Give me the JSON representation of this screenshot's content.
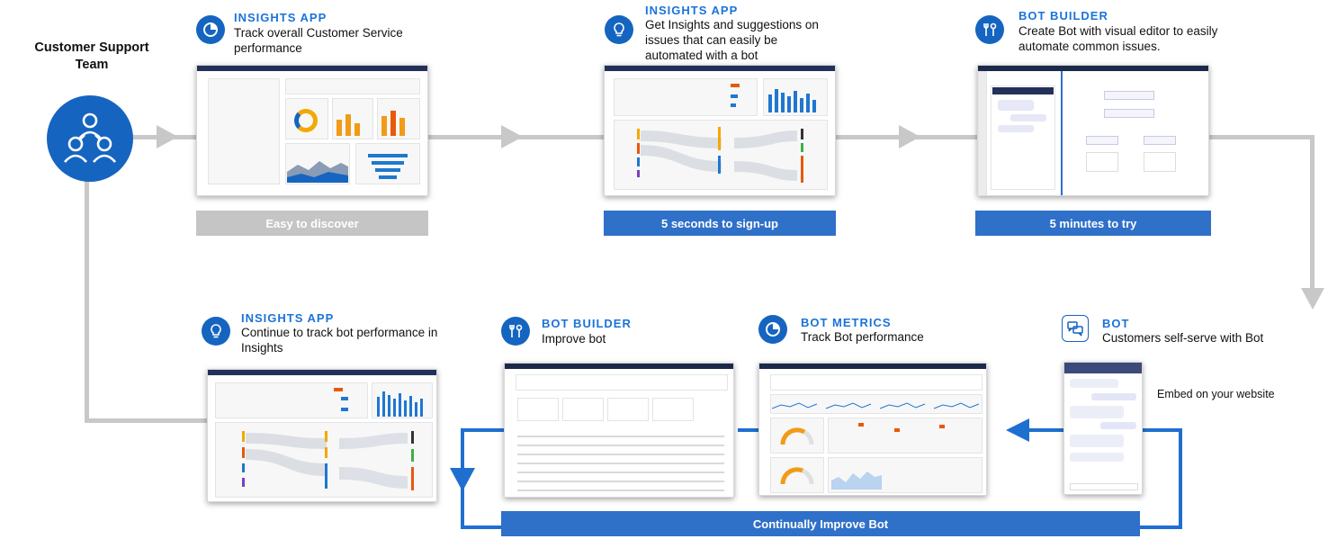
{
  "team": {
    "title": "Customer Support Team",
    "icon": "people-icon"
  },
  "steps": [
    {
      "id": "insights-discover",
      "kicker": "INSIGHTS APP",
      "desc": "Track overall Customer Service performance",
      "icon": "pie-chart-icon",
      "tag": "Easy to discover"
    },
    {
      "id": "insights-suggest",
      "kicker": "INSIGHTS APP",
      "desc": "Get Insights and suggestions on issues that can easily be automated with a bot",
      "icon": "lightbulb-icon",
      "tag": "5 seconds to sign-up"
    },
    {
      "id": "bot-builder-create",
      "kicker": "BOT BUILDER",
      "desc": "Create Bot with visual editor to easily automate common issues.",
      "icon": "tools-icon",
      "tag": "5 minutes to try"
    },
    {
      "id": "bot-serve",
      "kicker": "BOT",
      "desc": "Customers self-serve with Bot",
      "icon": "chat-bubbles-icon",
      "note": "Embed on your website"
    },
    {
      "id": "bot-metrics",
      "kicker": "BOT METRICS",
      "desc": "Track Bot performance",
      "icon": "pie-chart-icon"
    },
    {
      "id": "bot-builder-improve",
      "kicker": "BOT BUILDER",
      "desc": "Improve bot",
      "icon": "tools-icon"
    },
    {
      "id": "insights-continue",
      "kicker": "INSIGHTS APP",
      "desc": "Continue to track bot performance in Insights",
      "icon": "lightbulb-icon"
    }
  ],
  "loop_label": "Continually Improve Bot",
  "colors": {
    "accent": "#1565c0",
    "kicker": "#1a73d9",
    "tag_blue": "#2f70c8",
    "tag_grey": "#c5c5c5",
    "connector_grey": "#c8c8c8",
    "loop_blue": "#1f6fd1"
  }
}
